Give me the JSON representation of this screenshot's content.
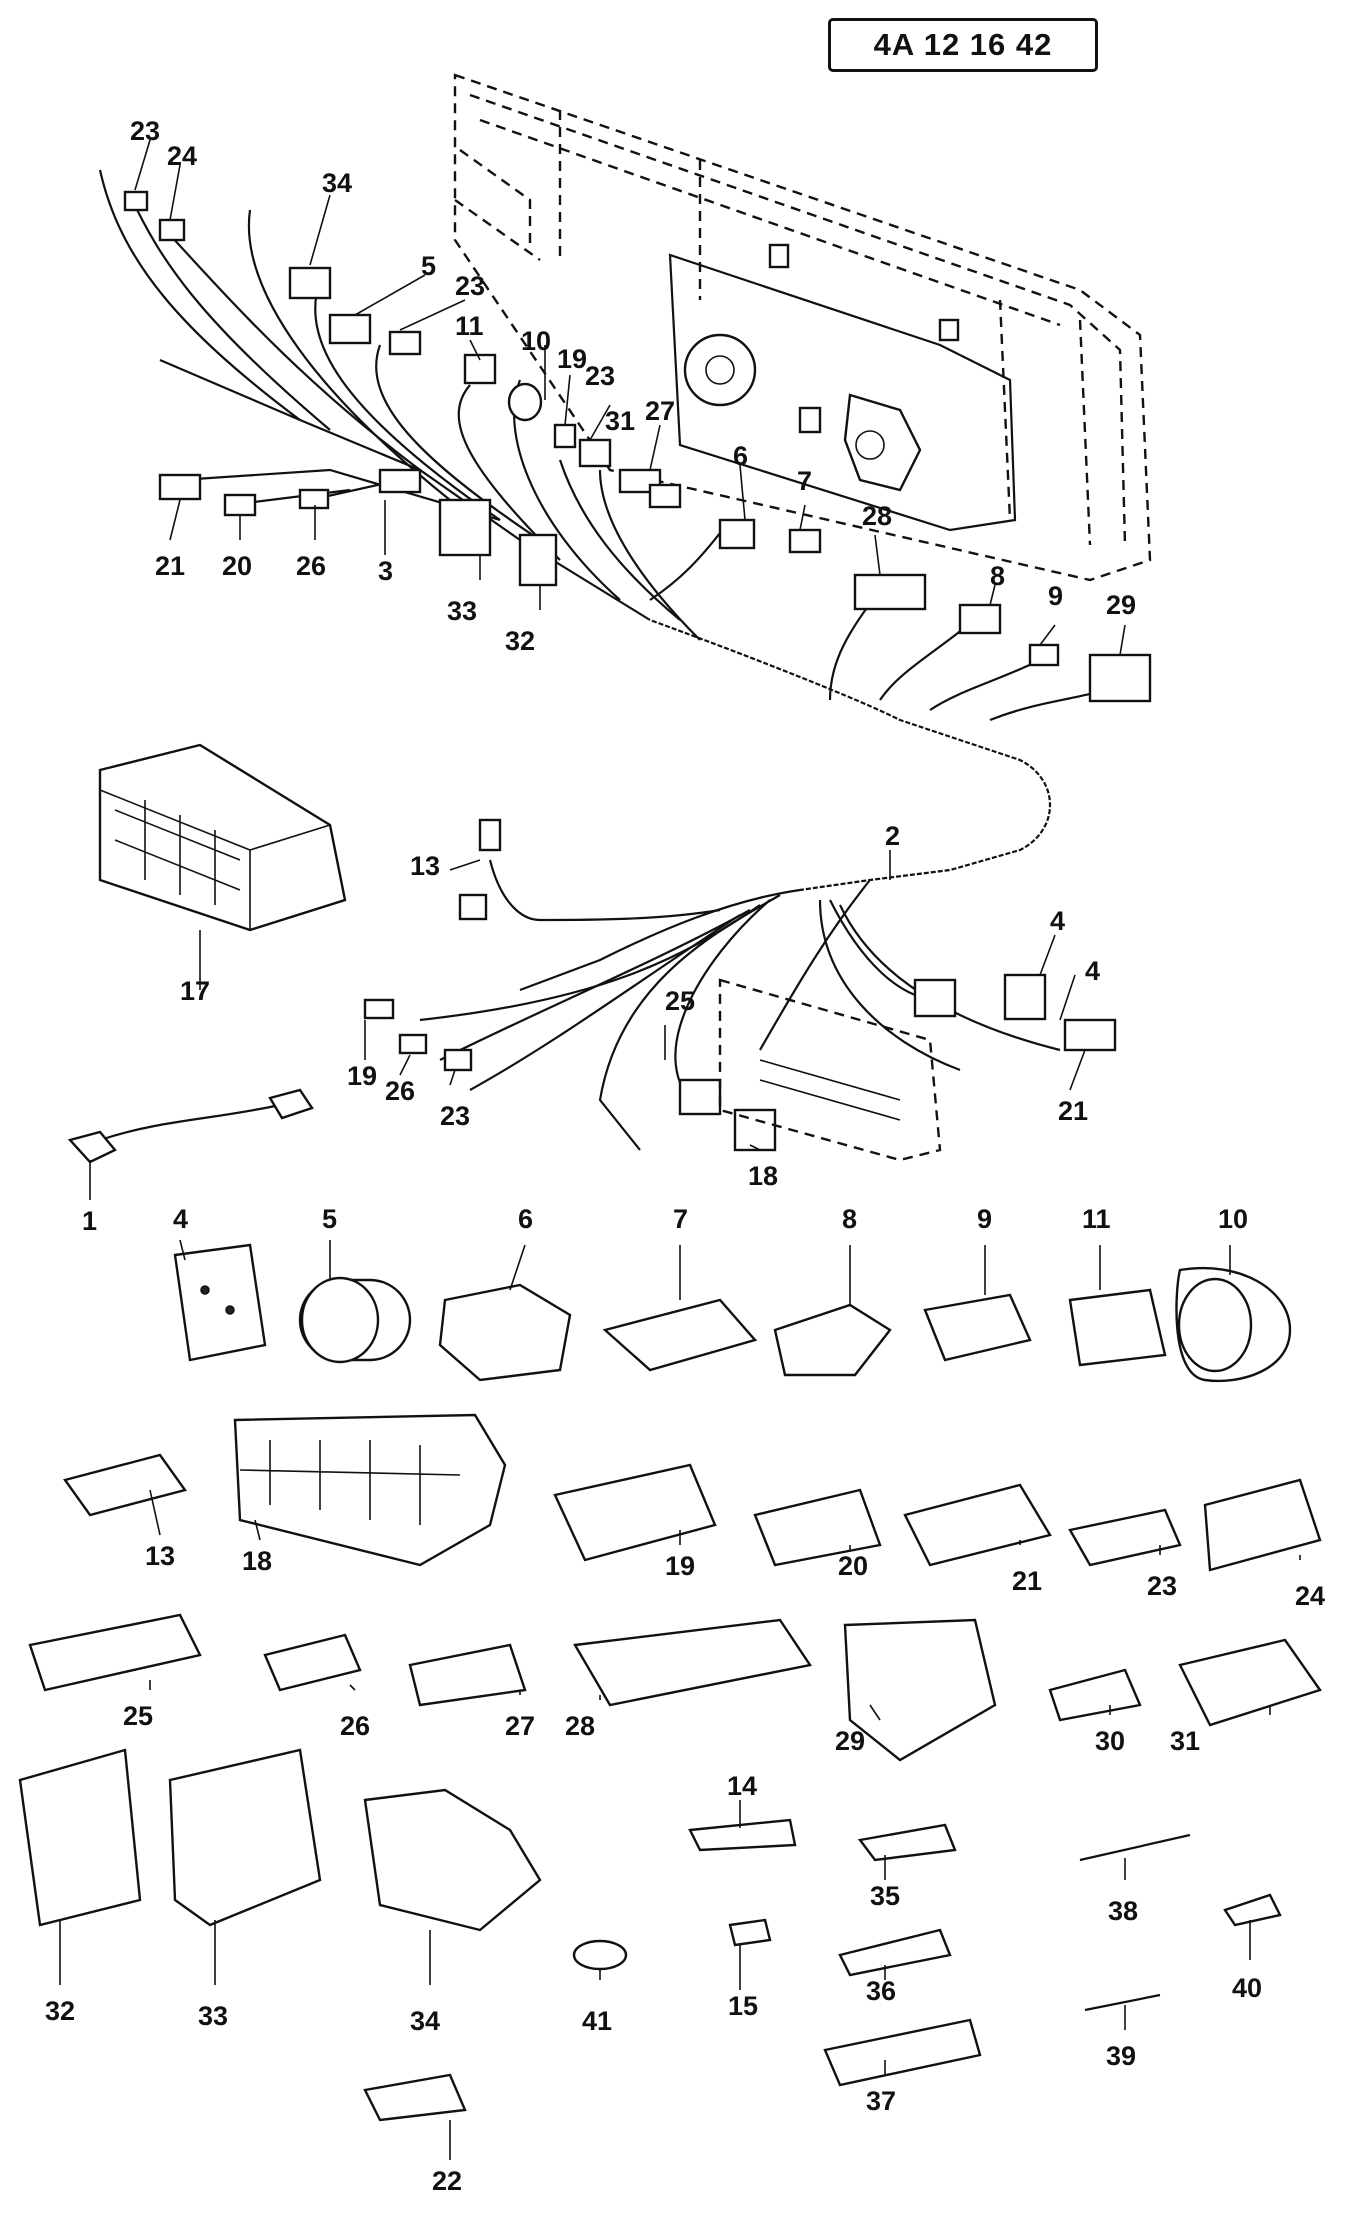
{
  "reference": "4A 12 16 42",
  "labels": {
    "harness": [
      "23",
      "24",
      "34",
      "5",
      "23",
      "11",
      "10",
      "19",
      "23",
      "31",
      "27",
      "6",
      "7",
      "28",
      "8",
      "9",
      "29",
      "21",
      "20",
      "26",
      "3",
      "33",
      "32",
      "2",
      "13",
      "17",
      "4",
      "4",
      "21",
      "19",
      "26",
      "23",
      "25",
      "18",
      "1"
    ],
    "parts_row1": [
      "4",
      "5",
      "6",
      "7",
      "8",
      "9",
      "11",
      "10"
    ],
    "parts_row2": [
      "13",
      "18",
      "19",
      "20",
      "21",
      "23",
      "24"
    ],
    "parts_row3": [
      "25",
      "26",
      "27",
      "28",
      "29",
      "30",
      "31"
    ],
    "parts_row4": [
      "32",
      "33",
      "34",
      "14",
      "35",
      "38",
      "40",
      "41",
      "15",
      "36",
      "39",
      "37",
      "22"
    ]
  }
}
